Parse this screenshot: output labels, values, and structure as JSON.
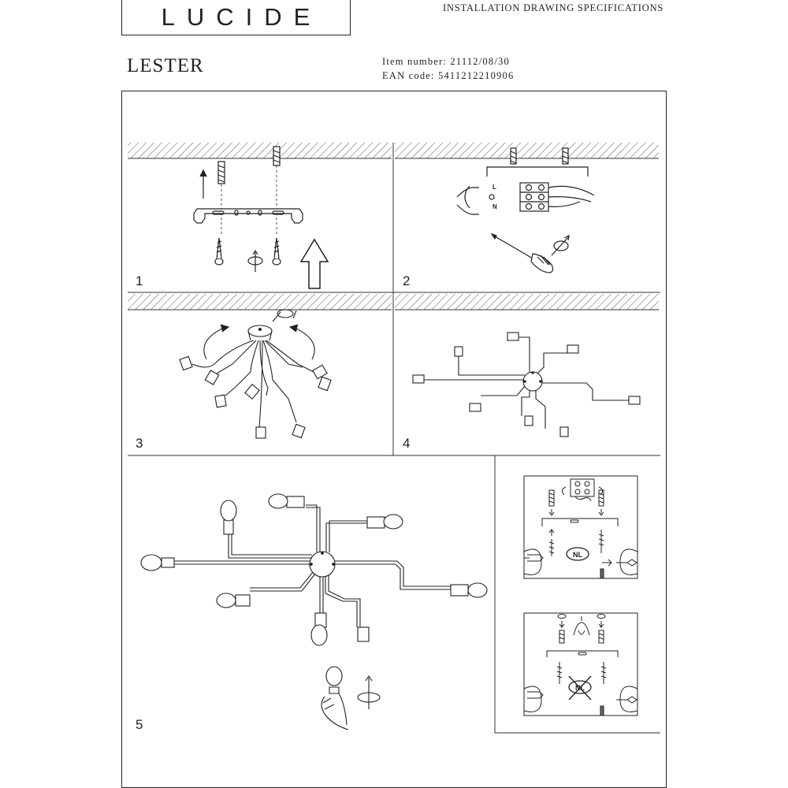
{
  "brand": {
    "name": "LUCIDE"
  },
  "header": {
    "doc_type": "INSTALLATION DRAWING SPECIFICATIONS",
    "product_name": "LESTER",
    "item_number_label": "Item number: ",
    "item_number": "21112/08/30",
    "ean_label": "EAN code: ",
    "ean": "5411212210906"
  },
  "steps": [
    {
      "number": "1"
    },
    {
      "number": "2"
    },
    {
      "number": "3"
    },
    {
      "number": "4"
    },
    {
      "number": "5"
    }
  ],
  "wiring_labels": {
    "live": "L",
    "neutral": "N"
  },
  "insets": [
    {
      "badge": "NL",
      "crossed": false
    },
    {
      "badge": "NL",
      "crossed": true
    }
  ],
  "icons": [
    "screw-anchor-icon",
    "screwdriver-icon",
    "rotate-arrow-icon",
    "up-arrow-icon",
    "terminal-block-icon",
    "light-bulb-icon",
    "hand-icon"
  ]
}
